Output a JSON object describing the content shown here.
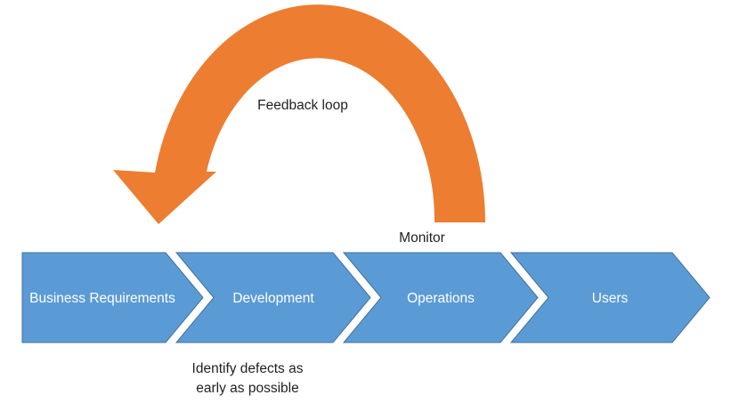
{
  "diagram": {
    "type": "process-flow-with-feedback-loop",
    "stages": [
      {
        "label": "Business Requirements"
      },
      {
        "label": "Development"
      },
      {
        "label": "Operations"
      },
      {
        "label": "Users"
      }
    ],
    "annotations": {
      "feedback_loop": "Feedback loop",
      "monitor": "Monitor",
      "defect_note_line1": "Identify defects as",
      "defect_note_line2": "early as possible"
    },
    "colors": {
      "arrow_orange": "#ED7D31",
      "chevron_blue": "#5B9BD5",
      "chevron_border": "#41719C",
      "stage_text": "#FFFFFF",
      "annotation_text": "#1F1F1F",
      "background": "#FFFFFF"
    }
  }
}
